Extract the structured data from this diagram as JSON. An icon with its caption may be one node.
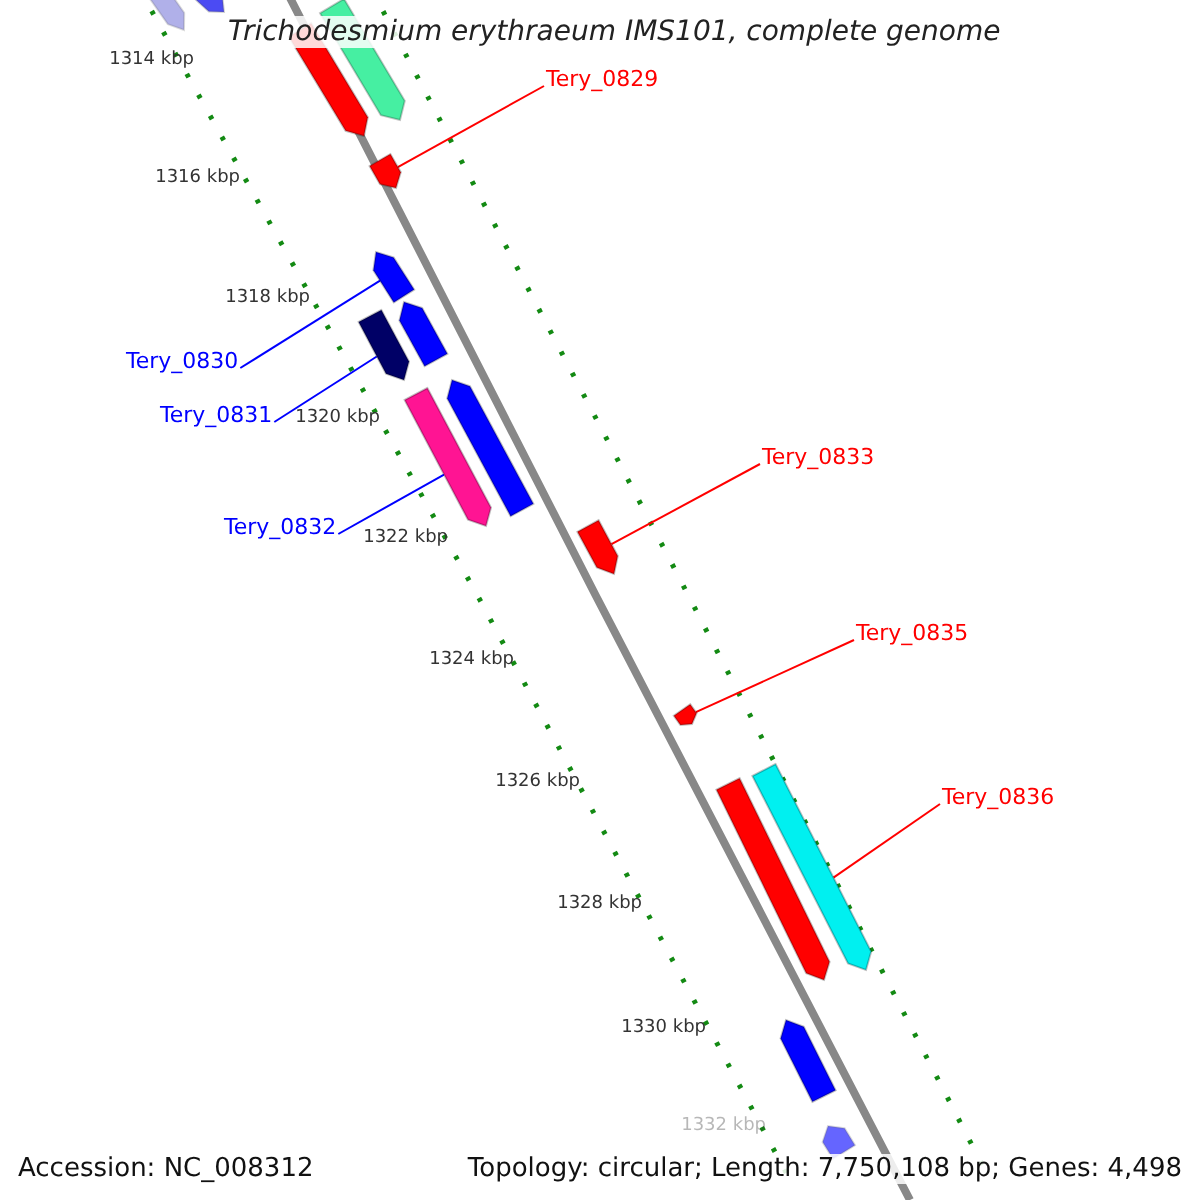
{
  "diagram": {
    "title": "Trichodesmium erythraeum IMS101, complete genome",
    "nodes": [
      {
        "text": [],
        "shape": "bar"
      },
      {
        "text": [],
        "shape": "bar"
      },
      {
        "text": [],
        "shape": "bar"
      },
      {
        "text": [],
        "shape": "bar"
      },
      {
        "text": [
          "Tery_0829"
        ]
      },
      {
        "text": [],
        "shape": "bar"
      },
      {
        "text": [],
        "shape": "bar"
      },
      {
        "text": [
          "Tery_0830"
        ]
      },
      {
        "text": [],
        "shape": "bar"
      },
      {
        "text": [],
        "shape": "bar"
      },
      {
        "text": [
          "Tery_0831"
        ]
      },
      {
        "text": [],
        "shape": "bar"
      },
      {
        "text": [],
        "shape": "bar"
      },
      {
        "text": [
          "Tery_0832"
        ]
      },
      {
        "text": [
          "Tery_0833"
        ]
      },
      {
        "text": [],
        "shape": "bar"
      },
      {
        "text": [
          "Tery_0835"
        ]
      },
      {
        "text": [],
        "shape": "bar"
      },
      {
        "text": [],
        "shape": "bar"
      },
      {
        "text": [],
        "shape": "bar"
      },
      {
        "text": [
          "Tery_0836"
        ]
      },
      {
        "text": [],
        "shape": "bar"
      },
      {
        "text": [],
        "shape": "bar"
      }
    ],
    "edges": [
      {
        "from": 4,
        "to": 5,
        "arrow": "none"
      },
      {
        "from": 7,
        "to": 6,
        "arrow": "none",
        "color": "#0000ff"
      },
      {
        "from": 10,
        "to": 8,
        "arrow": "none",
        "color": "#0000ff"
      },
      {
        "from": 13,
        "to": 11,
        "arrow": "none",
        "color": "#0000ff"
      },
      {
        "from": 14,
        "to": 15,
        "arrow": "none"
      },
      {
        "from": 16,
        "to": 17,
        "arrow": "none"
      },
      {
        "from": 20,
        "to": 19,
        "arrow": "none"
      }
    ],
    "labels": [
      "1314 kbp",
      "1316 kbp",
      "1318 kbp",
      "1320 kbp",
      "1322 kbp",
      "1324 kbp",
      "1326 kbp",
      "1328 kbp",
      "1330 kbp",
      "1332 kbp",
      "Accession: NC_008312",
      "Topology: circular; Length: 7,750,108 bp; Genes: 4,498"
    ]
  }
}
